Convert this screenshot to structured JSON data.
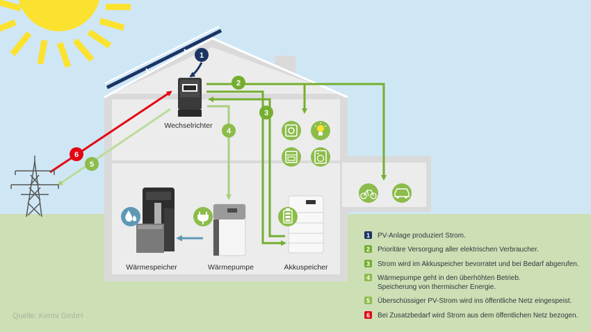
{
  "labels": {
    "inverter": "Wechselrichter",
    "heat_storage": "Wärmespeicher",
    "heat_pump": "Wärmepumpe",
    "battery": "Akkuspeicher"
  },
  "flow_numbers": [
    "1",
    "2",
    "3",
    "4",
    "5",
    "6"
  ],
  "legend": [
    {
      "num": "1",
      "color": "#1b3464",
      "text": "PV-Anlage produziert Strom."
    },
    {
      "num": "2",
      "color": "#74ae2f",
      "text": "Prioritäre Versorgung aller elektrischen Verbraucher."
    },
    {
      "num": "3",
      "color": "#74ae2f",
      "text": "Strom wird im Akkuspeicher bevorratet und bei Bedarf abgerufen."
    },
    {
      "num": "4",
      "color": "#8cbc4a",
      "text": "Wärmepumpe geht in den überhöhten Betrieb.",
      "text2": "Speicherung von thermischer Energie."
    },
    {
      "num": "5",
      "color": "#8cbc4a",
      "text": "Überschüssiger PV-Strom wird ins öffentliche Netz eingespeist."
    },
    {
      "num": "6",
      "color": "#e30613",
      "text": "Bei Zusatzbedarf wird Strom aus dem öffentlichen Netz bezogen."
    }
  ],
  "source": "Quelle: Kermi GmbH",
  "colors": {
    "sky": "#cfe7f5",
    "grass": "#cddfb4",
    "house": "#dadada",
    "green": "#74ae2f",
    "light_green": "#a9cf7f",
    "navy": "#1b3464",
    "red": "#e30613",
    "sun": "#fbe22e"
  },
  "icons": [
    "sun-icon",
    "solar-panel-icon",
    "inverter-icon",
    "power-pylon-icon",
    "socket-icon",
    "lightbulb-icon",
    "oven-icon",
    "washing-machine-icon",
    "e-bike-icon",
    "electric-car-icon",
    "water-drop-icon",
    "plug-icon",
    "battery-icon"
  ]
}
